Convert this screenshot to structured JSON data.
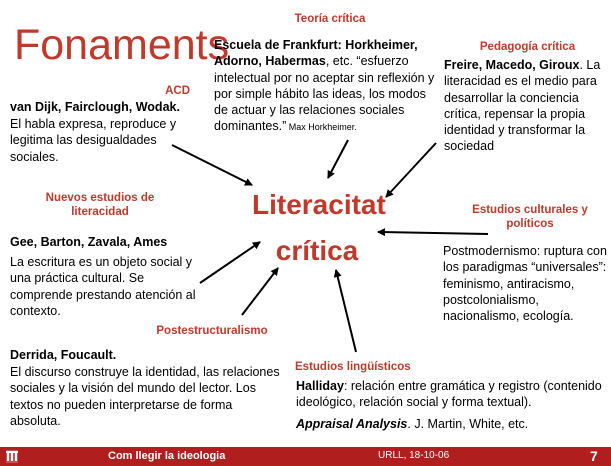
{
  "title": "Fonaments",
  "center": {
    "line1": "Literacitat",
    "line2": "crítica"
  },
  "teoria": {
    "heading": "Teoría crítica",
    "authors": "Escuela de Frankfurt: Horkheimer, Adorno, Habermas",
    "text": ", etc. “esfuerzo intelectual por no aceptar sin reflexión y por simple hábito las ideas, los modos de actuar y las relaciones sociales dominantes.”",
    "cite": " Max Horkheimer."
  },
  "pedagogia": {
    "heading": "Pedagogía crítica",
    "authors": "Freire, Macedo, Giroux",
    "text": ". La literacidad es el medio para desarrollar la conciencia crítica, repensar la propia identidad y transformar la sociedad"
  },
  "acd": {
    "heading": "ACD",
    "authors": "van Dijk, Fairclough, Wodak.",
    "text": "El habla expresa, reproduce y legitima las desigualdades sociales."
  },
  "nuevos": {
    "heading": "Nuevos estudios de literacidad",
    "authors": "Gee, Barton, Zavala, Ames",
    "text": "La escritura es un objeto social y una práctica cultural. Se comprende prestando atención al contexto."
  },
  "culturales": {
    "heading": "Estudios culturales y políticos",
    "text": "Postmodernismo: ruptura con los paradigmas “universales”: feminismo, antiracismo, postcolonialismo, nacionalismo, ecología."
  },
  "post": {
    "heading": "Postestructuralismo",
    "authors": "Derrida, Foucault.",
    "text": "El discurso construye la identidad, las relaciones sociales y la visión del mundo del lector. Los textos no pueden interpretarse de forma absoluta."
  },
  "linguisticos": {
    "heading": "Estudios lingüísticos",
    "authors": "Halliday",
    "text": ": relación entre gramática y registro (contenido ideológico, relación social y forma textual).",
    "appraisal": "Appraisal Analysis",
    "appraisal_rest": ". J. Martin, White, etc."
  },
  "footer": {
    "course": "Com llegir la ideologia",
    "info": "URLL, 18-10-06",
    "page": "7"
  },
  "colors": {
    "accent": "#c0392b",
    "footer_bg": "#b01e1e"
  }
}
